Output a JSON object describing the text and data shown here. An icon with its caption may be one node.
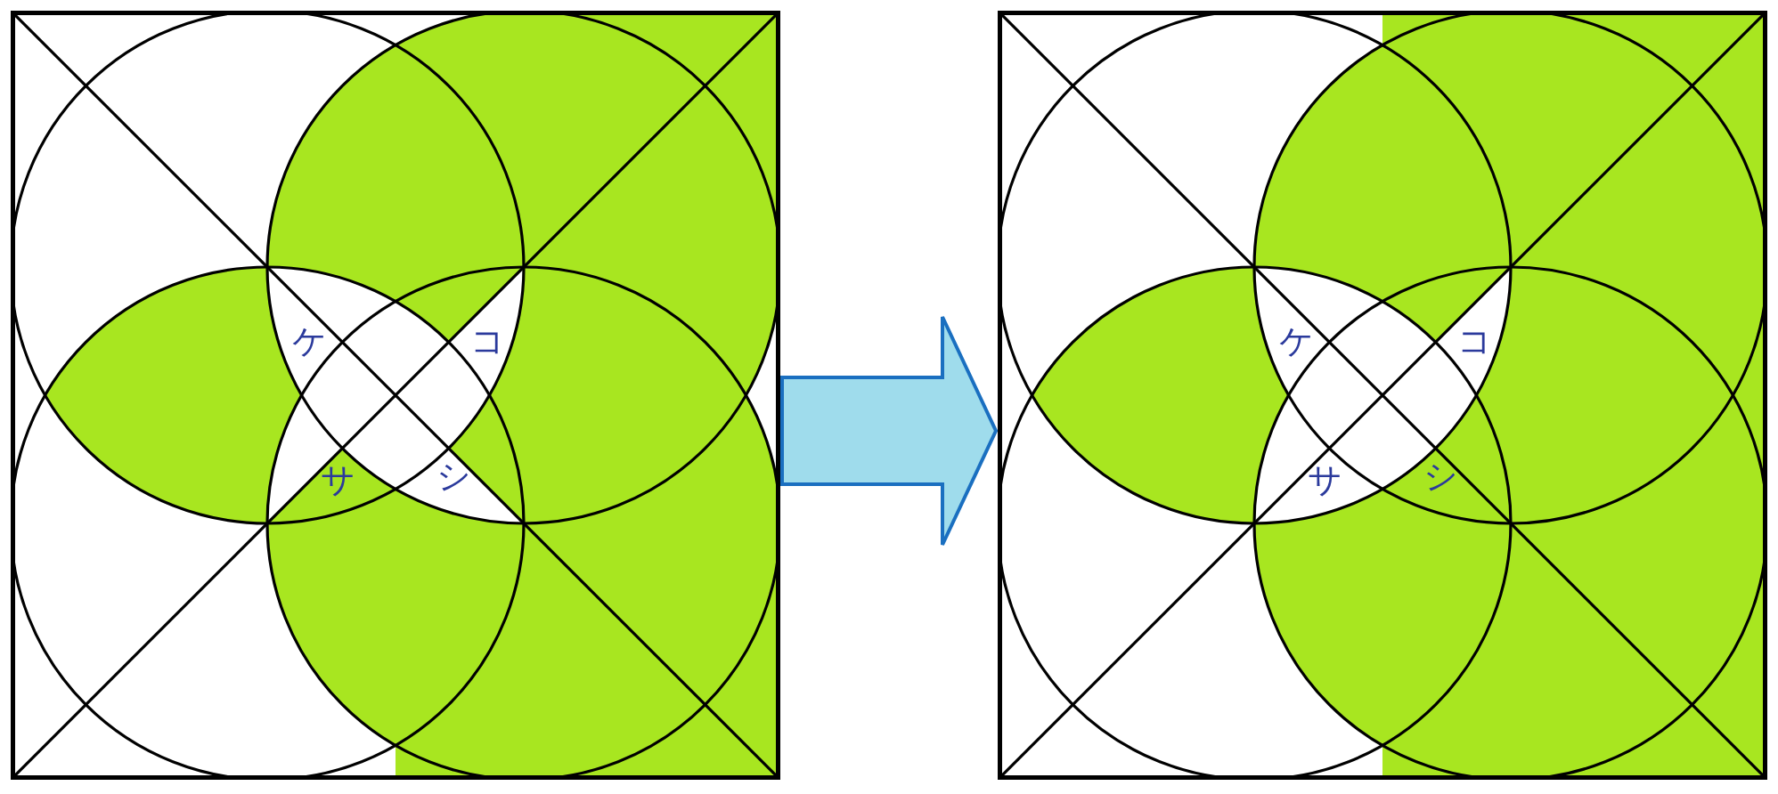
{
  "diagram": {
    "nodes": [
      {
        "text": [
          "ケ",
          "コ",
          "サ",
          "シ"
        ]
      },
      {
        "text": [
          "ケ",
          "コ",
          "サ",
          "シ"
        ]
      }
    ],
    "edges": [
      {
        "from": 0,
        "to": 1,
        "arrow": "to"
      }
    ]
  }
}
